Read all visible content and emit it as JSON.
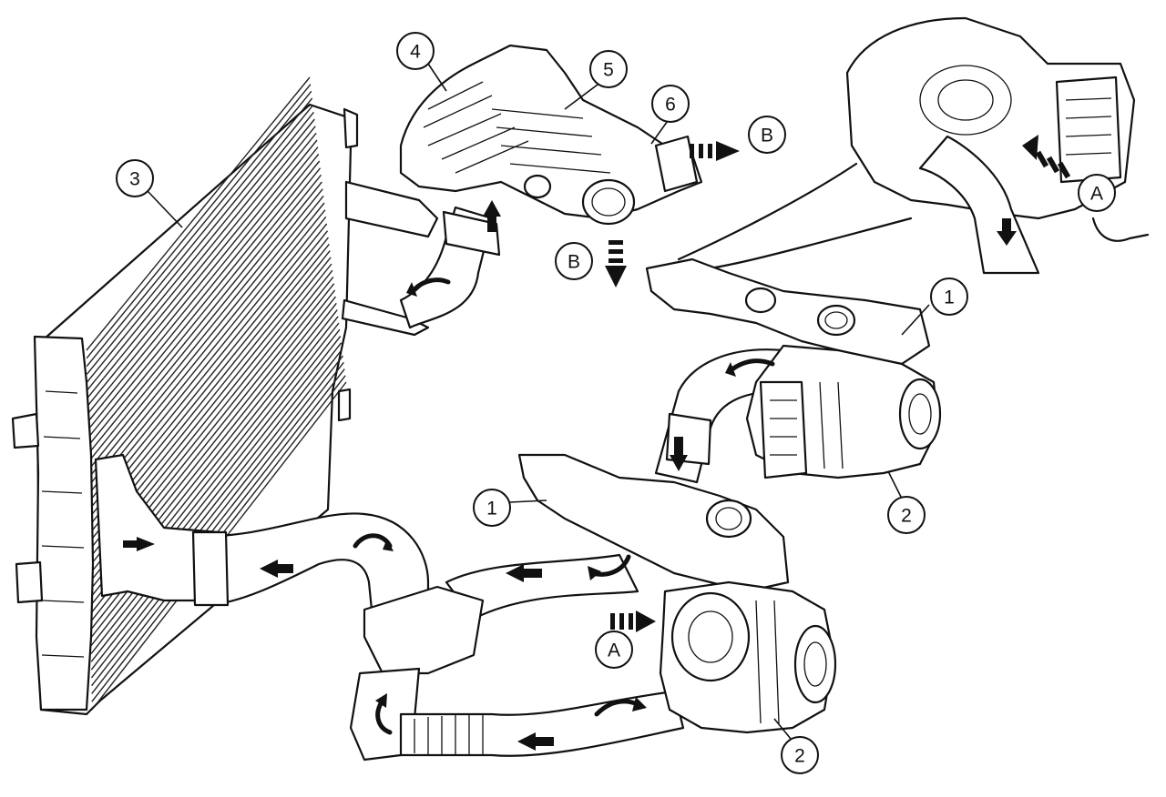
{
  "callouts": {
    "intake_manifold_pipe_upper": "1",
    "intake_manifold_pipe_lower": "1",
    "turbocharger_upper": "2",
    "turbocharger_lower": "2",
    "intercooler": "3",
    "throttle_housing": "4",
    "throttle_body": "5",
    "outlet_pipe": "6",
    "flow_a_upper": "A",
    "flow_a_lower": "A",
    "flow_b_right": "B",
    "flow_b_down": "B"
  }
}
